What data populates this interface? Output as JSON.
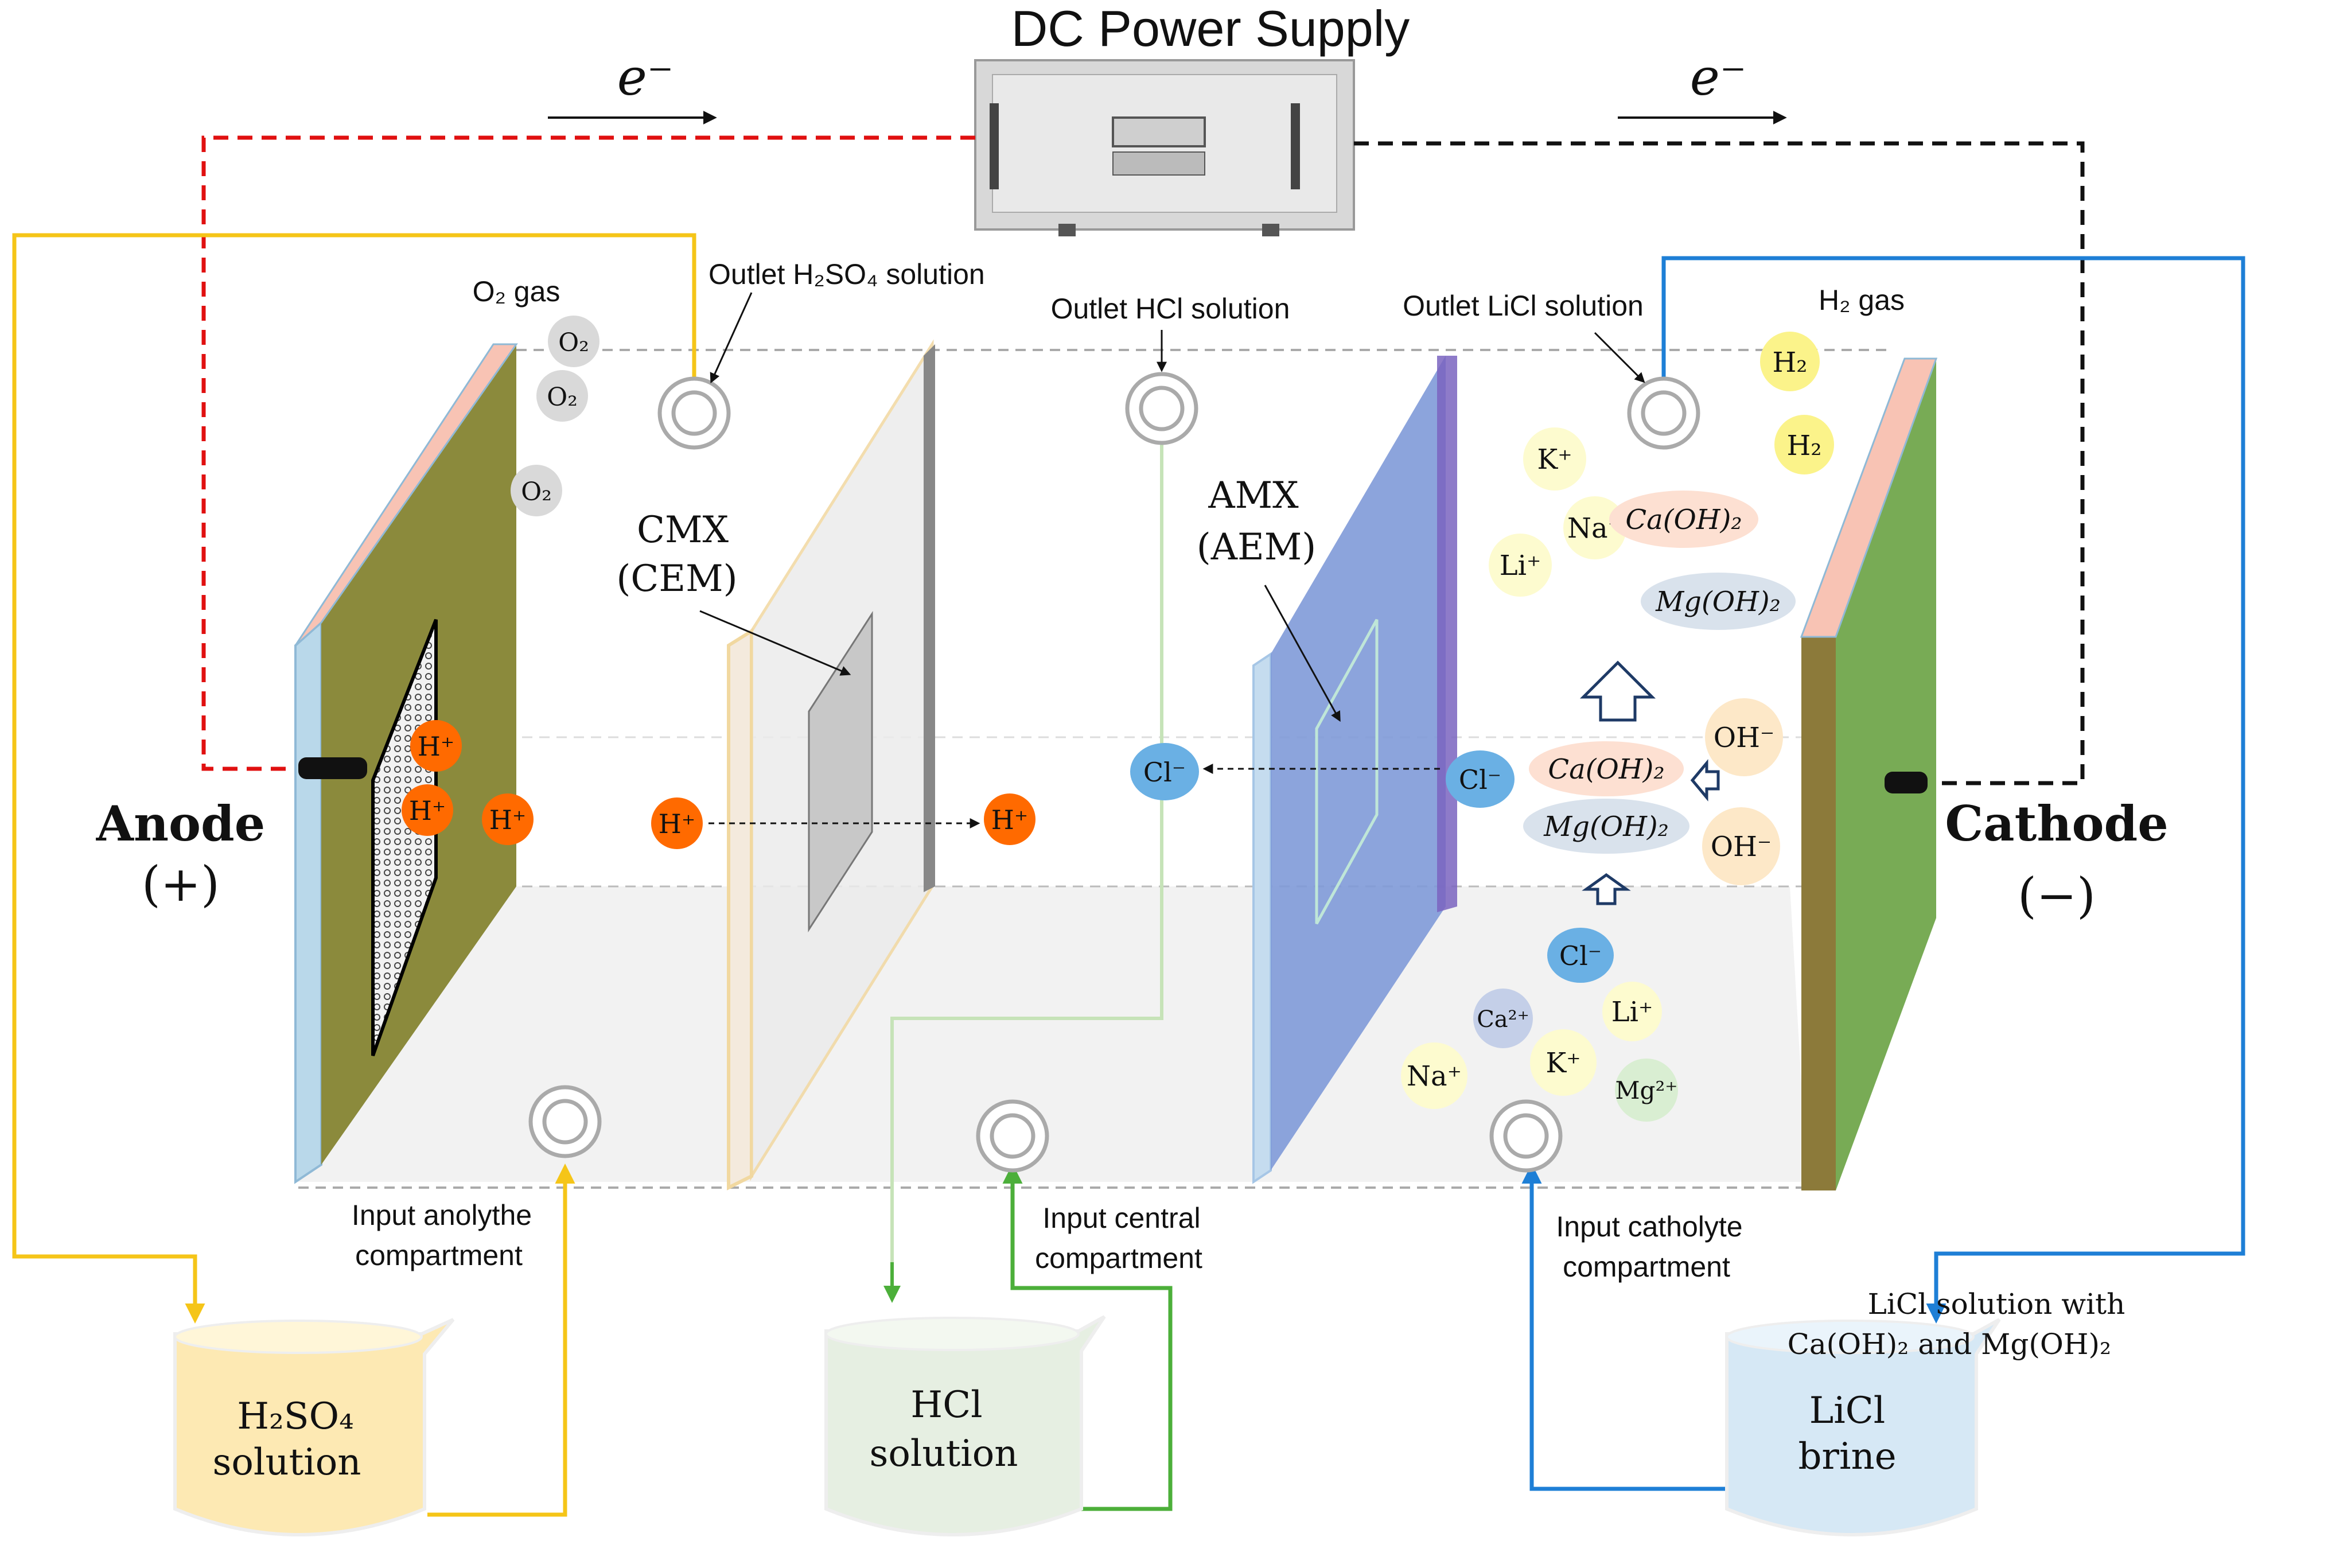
{
  "title": "DC Power Supply",
  "electron_label": "e⁻",
  "electrodes": {
    "anode": {
      "label": "Anode",
      "sign": "(+)"
    },
    "cathode": {
      "label": "Cathode",
      "sign": "(−)"
    }
  },
  "membranes": {
    "cmx": {
      "name": "CMX",
      "type": "(CEM)"
    },
    "amx": {
      "name": "AMX",
      "type": "(AEM)"
    }
  },
  "gases": {
    "o2_label": "O₂ gas",
    "h2_label": "H₂ gas",
    "o2": "O₂",
    "h2": "H₂"
  },
  "outlets": {
    "h2so4": "Outlet H₂SO₄ solution",
    "hcl": "Outlet HCl solution",
    "licl": "Outlet LiCl solution"
  },
  "inputs": {
    "anolyte": [
      "Input anolythe",
      "compartment"
    ],
    "central": [
      "Input central",
      "compartment"
    ],
    "catholyte": [
      "Input catholyte",
      "compartment"
    ]
  },
  "beakers": {
    "h2so4": [
      "H₂SO₄",
      "solution"
    ],
    "hcl": [
      "HCl",
      "solution"
    ],
    "licl": [
      "LiCl",
      "brine"
    ]
  },
  "feed_note": [
    "LiCl solution with",
    "Ca(OH)₂ and Mg(OH)₂"
  ],
  "ions": {
    "h": "H⁺",
    "cl": "Cl⁻",
    "oh": "OH⁻",
    "k": "K⁺",
    "na": "Na⁺",
    "li": "Li⁺",
    "ca": "Ca²⁺",
    "mg": "Mg²⁺",
    "ca_oh2": "Ca(OH)₂",
    "mg_oh2": "Mg(OH)₂"
  },
  "colors": {
    "anode_line": "#f5c518",
    "central_line": "#4caf3a",
    "cathode_line": "#1e7fd6",
    "positive_wire": "#e01010",
    "negative_wire": "#111111",
    "proton": "#ff6a00",
    "chloride": "#6ab0e4",
    "anode_plate": "#8b8a3c",
    "cathode_plate": "#78ab55",
    "amx_membrane": "#7f9ad8"
  }
}
